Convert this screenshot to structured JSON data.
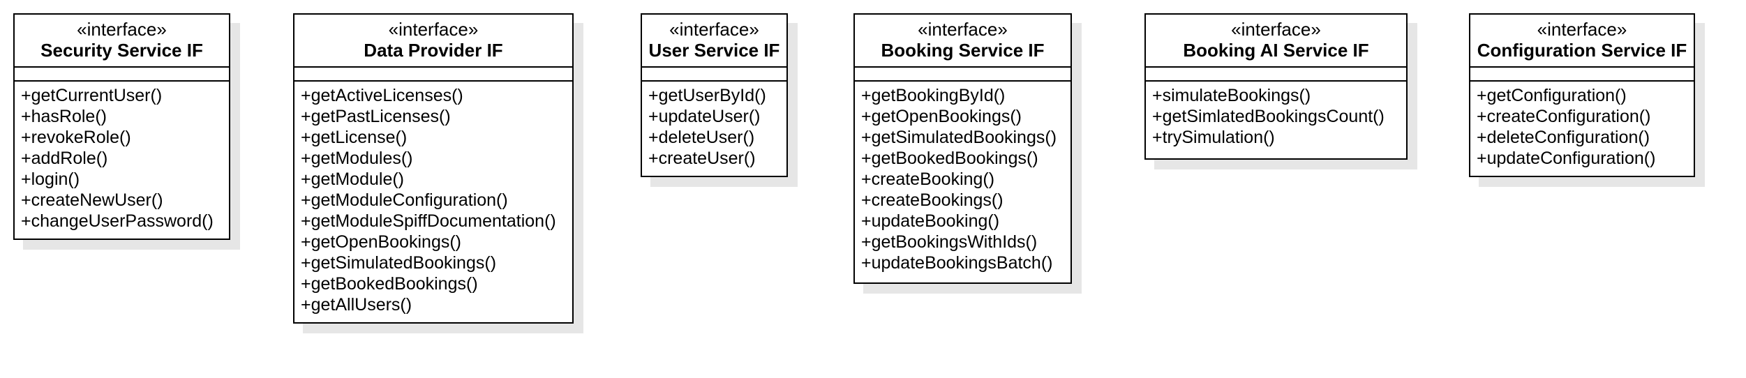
{
  "diagram": {
    "classes": [
      {
        "stereotype": "«interface»",
        "name": "Security Service IF",
        "methods": [
          "+getCurrentUser()",
          "+hasRole()",
          "+revokeRole()",
          "+addRole()",
          "+login()",
          "+createNewUser()",
          "+changeUserPassword()"
        ]
      },
      {
        "stereotype": "«interface»",
        "name": "Data Provider IF",
        "methods": [
          "+getActiveLicenses()",
          "+getPastLicenses()",
          "+getLicense()",
          "+getModules()",
          "+getModule()",
          "+getModuleConfiguration()",
          "+getModuleSpiffDocumentation()",
          "+getOpenBookings()",
          "+getSimulatedBookings()",
          "+getBookedBookings()",
          "+getAllUsers()"
        ]
      },
      {
        "stereotype": "«interface»",
        "name": "User Service IF",
        "methods": [
          "+getUserById()",
          "+updateUser()",
          "+deleteUser()",
          "+createUser()"
        ]
      },
      {
        "stereotype": "«interface»",
        "name": "Booking Service IF",
        "methods": [
          "+getBookingById()",
          "+getOpenBookings()",
          "+getSimulatedBookings()",
          "+getBookedBookings()",
          "+createBooking()",
          "+createBookings()",
          "+updateBooking()",
          "+getBookingsWithIds()",
          "+updateBookingsBatch()"
        ]
      },
      {
        "stereotype": "«interface»",
        "name": "Booking AI Service IF",
        "methods": [
          "+simulateBookings()",
          "+getSimlatedBookingsCount()",
          "+trySimulation()"
        ]
      },
      {
        "stereotype": "«interface»",
        "name": "Configuration Service IF",
        "methods": [
          "+getConfiguration()",
          "+createConfiguration()",
          "+deleteConfiguration()",
          "+updateConfiguration()"
        ]
      }
    ]
  }
}
